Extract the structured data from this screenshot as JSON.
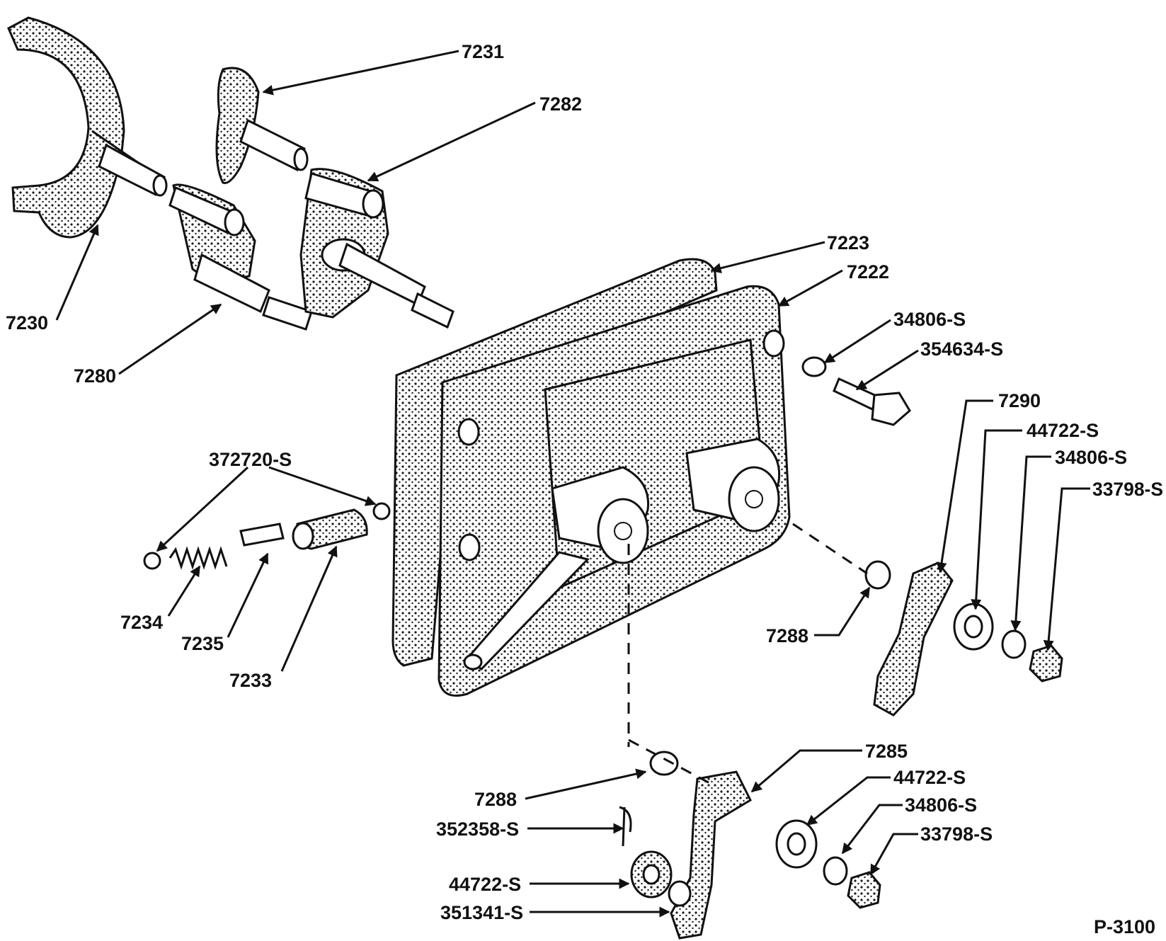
{
  "diagram": {
    "plate_number": "P-3100",
    "labels": {
      "l7231": "7231",
      "l7282": "7282",
      "l7230": "7230",
      "l7280": "7280",
      "l7223": "7223",
      "l7222": "7222",
      "l34806s_bolt_washer": "34806-S",
      "l354634s": "354634-S",
      "l7290": "7290",
      "l44722s_upper": "44722-S",
      "l34806s_upper": "34806-S",
      "l33798s_upper": "33798-S",
      "l372720s": "372720-S",
      "l7234": "7234",
      "l7235": "7235",
      "l7233": "7233",
      "l7288_upper": "7288",
      "l7285": "7285",
      "l7288_lower": "7288",
      "l44722s_lower_right": "44722-S",
      "l352358s": "352358-S",
      "l34806s_lower": "34806-S",
      "l33798s_lower": "33798-S",
      "l44722s_lower_left": "44722-S",
      "l351341s": "351341-S"
    }
  }
}
